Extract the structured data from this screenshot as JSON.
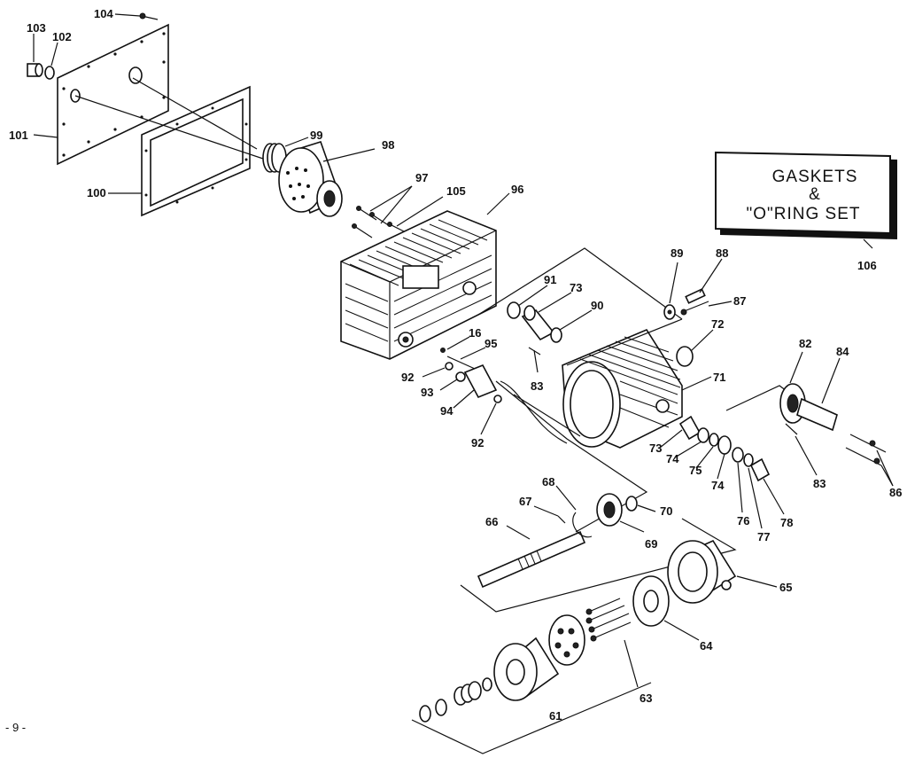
{
  "kit_box": {
    "line1": "GASKETS",
    "line2": "&",
    "line3": "\"O\"RING SET",
    "number": "106"
  },
  "page_number": "- 9 -",
  "part_labels": {
    "p101": "101",
    "p100": "100",
    "p103": "103",
    "p102": "102",
    "p104": "104",
    "p99": "99",
    "p98": "98",
    "p97": "97",
    "p105": "105",
    "p96": "96",
    "p89": "89",
    "p88": "88",
    "p87": "87",
    "p91": "91",
    "p73a": "73",
    "p90": "90",
    "p72": "72",
    "p16": "16",
    "p95": "95",
    "p92a": "92",
    "p93": "93",
    "p94": "94",
    "p83a": "83",
    "p71": "71",
    "p92b": "92",
    "p82": "82",
    "p84": "84",
    "p73b": "73",
    "p74a": "74",
    "p75": "75",
    "p74b": "74",
    "p76": "76",
    "p77": "77",
    "p78": "78",
    "p83b": "83",
    "p86": "86",
    "p68": "68",
    "p67": "67",
    "p70": "70",
    "p66": "66",
    "p69": "69",
    "p65": "65",
    "p64": "64",
    "p63": "63",
    "p61": "61"
  }
}
